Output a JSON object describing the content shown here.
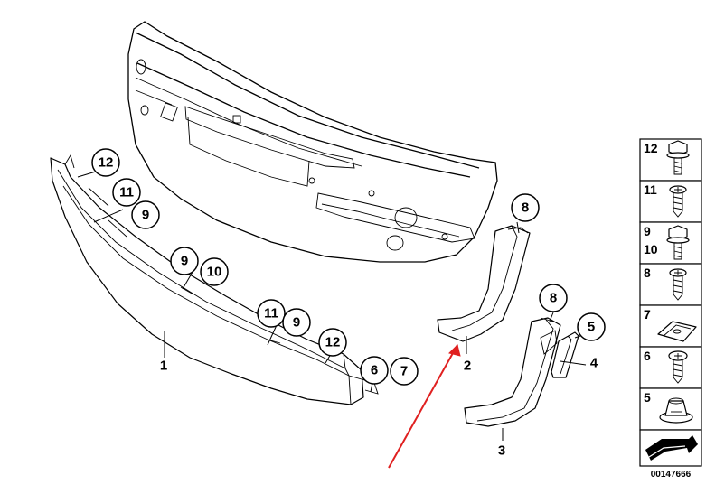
{
  "diagram": {
    "callouts": [
      {
        "id": "c-12a",
        "text": "12"
      },
      {
        "id": "c-11a",
        "text": "11"
      },
      {
        "id": "c-9a",
        "text": "9"
      },
      {
        "id": "c-9b",
        "text": "9"
      },
      {
        "id": "c-10a",
        "text": "10"
      },
      {
        "id": "c-11b",
        "text": "11"
      },
      {
        "id": "c-9c",
        "text": "9"
      },
      {
        "id": "c-12b",
        "text": "12"
      },
      {
        "id": "c-6",
        "text": "6"
      },
      {
        "id": "c-7",
        "text": "7"
      },
      {
        "id": "c-8a",
        "text": "8"
      },
      {
        "id": "c-8b",
        "text": "8"
      },
      {
        "id": "c-5",
        "text": "5"
      }
    ],
    "part_labels": [
      {
        "id": "p-1",
        "text": "1"
      },
      {
        "id": "p-2",
        "text": "2"
      },
      {
        "id": "p-3",
        "text": "3"
      },
      {
        "id": "p-4",
        "text": "4"
      }
    ],
    "legend": [
      {
        "labels": [
          "12"
        ],
        "icon": "hex-flange-bolt-icon"
      },
      {
        "labels": [
          "11"
        ],
        "icon": "torx-screw-icon"
      },
      {
        "labels": [
          "9",
          "10"
        ],
        "icon": "hex-flange-bolt-icon"
      },
      {
        "labels": [
          "8"
        ],
        "icon": "torx-screw-icon"
      },
      {
        "labels": [
          "7"
        ],
        "icon": "clip-nut-icon"
      },
      {
        "labels": [
          "6"
        ],
        "icon": "torx-screw-icon"
      },
      {
        "labels": [
          "5"
        ],
        "icon": "spreader-rivet-icon"
      },
      {
        "labels": [],
        "icon": "arrow-pointer-icon"
      }
    ],
    "diagram_code": "00147666",
    "highlight_color": "#e02020"
  }
}
